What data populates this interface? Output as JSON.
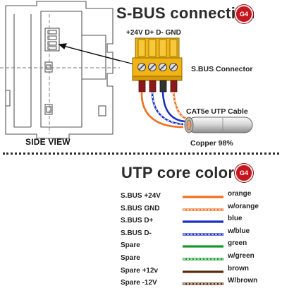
{
  "header": {
    "title": "S-BUS connection",
    "badge": "G4"
  },
  "diagram": {
    "side_view_label": "SIDE VIEW",
    "pin_header": "+24V  D+ D-  GND",
    "connector_label": "S.BUS Connector",
    "cable_label": "CAT5e UTP Cable",
    "copper_label": "Copper 98%"
  },
  "colors_section": {
    "title": "UTP core colors",
    "badge": "G4",
    "rows": [
      {
        "pin": "S.BUS +24V",
        "color_name": "orange",
        "hex": "#f07020",
        "striped": false
      },
      {
        "pin": "S.BUS  GND",
        "color_name": "w/orange",
        "hex": "#f07020",
        "striped": true
      },
      {
        "pin": "S.BUS  D+",
        "color_name": "blue",
        "hex": "#1a2fc0",
        "striped": false
      },
      {
        "pin": "S.BUS  D-",
        "color_name": "w/blue",
        "hex": "#1a2fc0",
        "striped": true
      },
      {
        "pin": "Spare",
        "color_name": "green",
        "hex": "#1a9a2e",
        "striped": false
      },
      {
        "pin": "Spare",
        "color_name": "w/green",
        "hex": "#1a9a2e",
        "striped": true
      },
      {
        "pin": "Spare +12v",
        "color_name": "brown",
        "hex": "#5a2a12",
        "striped": false
      },
      {
        "pin": "Spare -12V",
        "color_name": "W/brown",
        "hex": "#5a2a12",
        "striped": true
      }
    ]
  },
  "palette": {
    "badge_red": "#c4161c",
    "connector_yellow": "#f2b315",
    "sleeve_red": "#8b1a1a",
    "outline_grey": "#555555"
  }
}
